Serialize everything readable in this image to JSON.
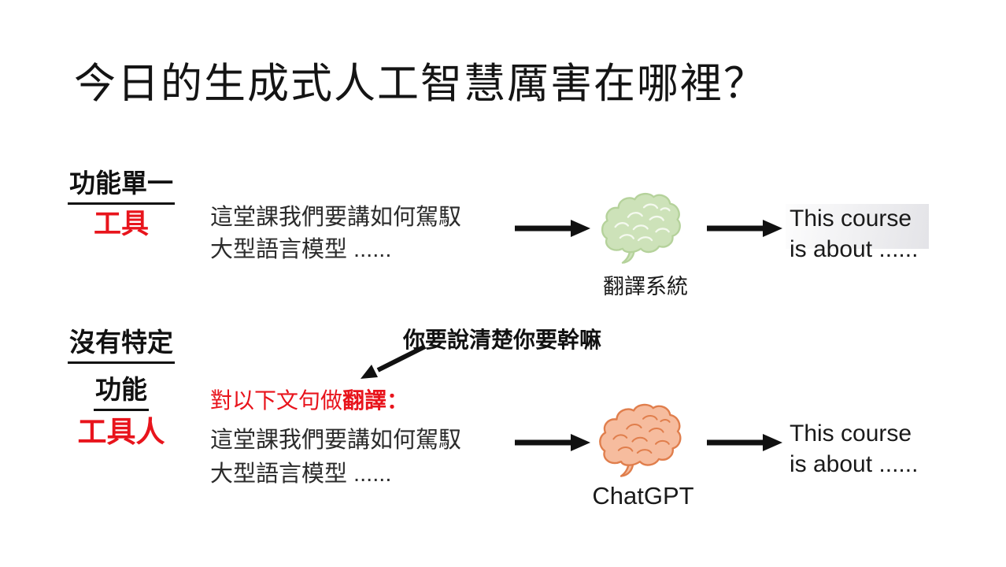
{
  "slide": {
    "title": "今日的生成式人工智慧厲害在哪裡？",
    "colors": {
      "accent_red": "#e8141c",
      "arrow_black": "#111111",
      "brain_green_fill": "#cde2b9",
      "brain_green_stroke": "#b5d29b",
      "brain_green_fold": "#f4f9ee",
      "brain_orange_fill": "#f6bc9e",
      "brain_orange_stroke": "#e07e4c"
    }
  },
  "row1": {
    "category_label": "功能單一",
    "category_term": "工具",
    "input_line1": "這堂課我們要講如何駕馭",
    "input_line2": "大型語言模型 ......",
    "model_label": "翻譯系統",
    "output_line1": "This course",
    "output_line2": "is about ......"
  },
  "row2": {
    "category_label_line1": "沒有特定",
    "category_label_line2": "功能",
    "category_term": "工具人",
    "annotation": "你要說清楚你要幹嘛",
    "prompt_prefix": "對以下文句做",
    "prompt_keyword": "翻譯",
    "prompt_suffix": "：",
    "input_line1": "這堂課我們要講如何駕馭",
    "input_line2": "大型語言模型 ......",
    "model_label": "ChatGPT",
    "output_line1": "This course",
    "output_line2": "is about ......"
  }
}
